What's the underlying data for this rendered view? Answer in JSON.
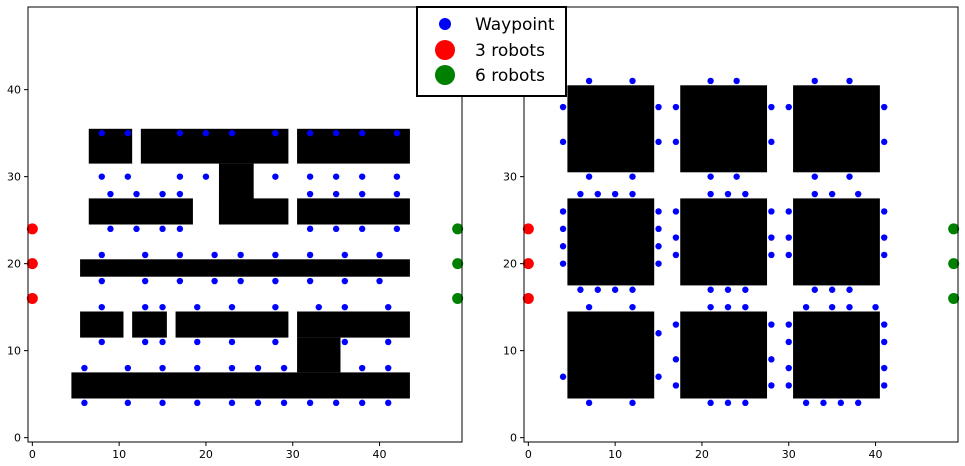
{
  "legend": {
    "placement": "top-center",
    "entries": [
      {
        "label": "Waypoint",
        "color": "#0000ff",
        "marker": "small-circle"
      },
      {
        "label": "3 robots",
        "color": "#ff0000",
        "marker": "large-circle"
      },
      {
        "label": "6 robots",
        "color": "#008000",
        "marker": "large-circle"
      }
    ]
  },
  "chart_data": [
    {
      "type": "scatter",
      "xlim": [
        -0.5,
        49.5
      ],
      "ylim": [
        -0.5,
        49.5
      ],
      "xticks": [
        0,
        10,
        20,
        30,
        40
      ],
      "yticks": [
        0,
        10,
        20,
        30,
        40
      ],
      "grid": false,
      "obstacles": [
        [
          6.5,
          31.5,
          11.5,
          35.5
        ],
        [
          12.5,
          31.5,
          29.5,
          35.5
        ],
        [
          30.5,
          31.5,
          43.5,
          35.5
        ],
        [
          21.5,
          24.5,
          25.5,
          31.5
        ],
        [
          6.5,
          24.5,
          18.5,
          27.5
        ],
        [
          21.5,
          24.5,
          29.5,
          27.5
        ],
        [
          30.5,
          24.5,
          43.5,
          27.5
        ],
        [
          5.5,
          18.5,
          43.5,
          20.5
        ],
        [
          5.5,
          11.5,
          10.5,
          14.5
        ],
        [
          11.5,
          11.5,
          15.5,
          14.5
        ],
        [
          16.5,
          11.5,
          29.5,
          14.5
        ],
        [
          30.5,
          11.5,
          43.5,
          14.5
        ],
        [
          30.5,
          7.5,
          35.5,
          11.5
        ],
        [
          4.5,
          4.5,
          43.5,
          7.5
        ]
      ],
      "waypoints": [
        [
          8,
          35
        ],
        [
          11,
          35
        ],
        [
          17,
          35
        ],
        [
          20,
          35
        ],
        [
          23,
          35
        ],
        [
          28,
          35
        ],
        [
          32,
          35
        ],
        [
          35,
          35
        ],
        [
          38,
          35
        ],
        [
          42,
          35
        ],
        [
          8,
          30
        ],
        [
          11,
          30
        ],
        [
          17,
          30
        ],
        [
          20,
          30
        ],
        [
          28,
          30
        ],
        [
          32,
          30
        ],
        [
          35,
          30
        ],
        [
          38,
          30
        ],
        [
          42,
          30
        ],
        [
          9,
          28
        ],
        [
          12,
          28
        ],
        [
          15,
          28
        ],
        [
          17,
          28
        ],
        [
          32,
          28
        ],
        [
          35,
          28
        ],
        [
          38,
          28
        ],
        [
          42,
          28
        ],
        [
          9,
          24
        ],
        [
          12,
          24
        ],
        [
          15,
          24
        ],
        [
          17,
          24
        ],
        [
          32,
          24
        ],
        [
          35,
          24
        ],
        [
          38,
          24
        ],
        [
          42,
          24
        ],
        [
          8,
          21
        ],
        [
          13,
          21
        ],
        [
          17,
          21
        ],
        [
          21,
          21
        ],
        [
          24,
          21
        ],
        [
          28,
          21
        ],
        [
          32,
          21
        ],
        [
          36,
          21
        ],
        [
          40,
          21
        ],
        [
          8,
          18
        ],
        [
          13,
          18
        ],
        [
          17,
          18
        ],
        [
          21,
          18
        ],
        [
          24,
          18
        ],
        [
          28,
          18
        ],
        [
          32,
          18
        ],
        [
          36,
          18
        ],
        [
          40,
          18
        ],
        [
          8,
          15
        ],
        [
          13,
          15
        ],
        [
          15,
          15
        ],
        [
          19,
          15
        ],
        [
          23,
          15
        ],
        [
          28,
          15
        ],
        [
          33,
          15
        ],
        [
          36,
          15
        ],
        [
          41,
          15
        ],
        [
          8,
          11
        ],
        [
          13,
          11
        ],
        [
          15,
          11
        ],
        [
          19,
          11
        ],
        [
          23,
          11
        ],
        [
          28,
          11
        ],
        [
          36,
          11
        ],
        [
          41,
          11
        ],
        [
          6,
          8
        ],
        [
          11,
          8
        ],
        [
          15,
          8
        ],
        [
          19,
          8
        ],
        [
          23,
          8
        ],
        [
          26,
          8
        ],
        [
          29,
          8
        ],
        [
          38,
          8
        ],
        [
          41,
          8
        ],
        [
          6,
          4
        ],
        [
          11,
          4
        ],
        [
          15,
          4
        ],
        [
          19,
          4
        ],
        [
          23,
          4
        ],
        [
          26,
          4
        ],
        [
          29,
          4
        ],
        [
          32,
          4
        ],
        [
          35,
          4
        ],
        [
          38,
          4
        ],
        [
          41,
          4
        ]
      ],
      "robots_3": [
        [
          0,
          24
        ],
        [
          0,
          20
        ],
        [
          0,
          16
        ]
      ],
      "robots_6": [
        [
          49,
          24
        ],
        [
          49,
          20
        ],
        [
          49,
          16
        ]
      ]
    },
    {
      "type": "scatter",
      "xlim": [
        -0.5,
        49.5
      ],
      "ylim": [
        -0.5,
        49.5
      ],
      "xticks": [
        0,
        10,
        20,
        30,
        40
      ],
      "yticks": [
        0,
        10,
        20,
        30,
        40
      ],
      "grid": false,
      "obstacles": [
        [
          4.5,
          30.5,
          14.5,
          40.5
        ],
        [
          17.5,
          30.5,
          27.5,
          40.5
        ],
        [
          30.5,
          30.5,
          40.5,
          40.5
        ],
        [
          4.5,
          17.5,
          14.5,
          27.5
        ],
        [
          17.5,
          17.5,
          27.5,
          27.5
        ],
        [
          30.5,
          17.5,
          40.5,
          27.5
        ],
        [
          4.5,
          4.5,
          14.5,
          14.5
        ],
        [
          17.5,
          4.5,
          27.5,
          14.5
        ],
        [
          30.5,
          4.5,
          40.5,
          14.5
        ]
      ],
      "waypoints": [
        [
          7,
          41
        ],
        [
          12,
          41
        ],
        [
          21,
          41
        ],
        [
          24,
          41
        ],
        [
          33,
          41
        ],
        [
          37,
          41
        ],
        [
          4,
          38
        ],
        [
          15,
          38
        ],
        [
          17,
          38
        ],
        [
          28,
          38
        ],
        [
          30,
          38
        ],
        [
          41,
          38
        ],
        [
          4,
          34
        ],
        [
          15,
          34
        ],
        [
          17,
          34
        ],
        [
          28,
          34
        ],
        [
          41,
          34
        ],
        [
          7,
          30
        ],
        [
          12,
          30
        ],
        [
          21,
          30
        ],
        [
          24,
          30
        ],
        [
          33,
          30
        ],
        [
          37,
          30
        ],
        [
          6,
          28
        ],
        [
          8,
          28
        ],
        [
          10,
          28
        ],
        [
          12,
          28
        ],
        [
          21,
          28
        ],
        [
          23,
          28
        ],
        [
          25,
          28
        ],
        [
          33,
          28
        ],
        [
          35,
          28
        ],
        [
          38,
          28
        ],
        [
          4,
          26
        ],
        [
          15,
          26
        ],
        [
          17,
          26
        ],
        [
          28,
          26
        ],
        [
          30,
          26
        ],
        [
          41,
          26
        ],
        [
          4,
          24
        ],
        [
          15,
          24
        ],
        [
          17,
          23
        ],
        [
          28,
          23
        ],
        [
          30,
          23
        ],
        [
          41,
          23
        ],
        [
          4,
          22
        ],
        [
          15,
          22
        ],
        [
          17,
          21
        ],
        [
          28,
          21
        ],
        [
          30,
          21
        ],
        [
          41,
          21
        ],
        [
          4,
          20
        ],
        [
          15,
          20
        ],
        [
          6,
          17
        ],
        [
          8,
          17
        ],
        [
          10,
          17
        ],
        [
          12,
          17
        ],
        [
          21,
          17
        ],
        [
          23,
          17
        ],
        [
          25,
          17
        ],
        [
          33,
          17
        ],
        [
          35,
          17
        ],
        [
          37,
          17
        ],
        [
          7,
          15
        ],
        [
          12,
          15
        ],
        [
          21,
          15
        ],
        [
          23,
          15
        ],
        [
          25,
          15
        ],
        [
          32,
          15
        ],
        [
          35,
          15
        ],
        [
          37,
          15
        ],
        [
          40,
          15
        ],
        [
          15,
          12
        ],
        [
          17,
          13
        ],
        [
          28,
          13
        ],
        [
          30,
          13
        ],
        [
          41,
          13
        ],
        [
          17,
          9
        ],
        [
          28,
          9
        ],
        [
          30,
          11
        ],
        [
          41,
          11
        ],
        [
          4,
          7
        ],
        [
          15,
          7
        ],
        [
          17,
          6
        ],
        [
          28,
          6
        ],
        [
          30,
          8
        ],
        [
          41,
          8
        ],
        [
          30,
          6
        ],
        [
          41,
          6
        ],
        [
          7,
          4
        ],
        [
          12,
          4
        ],
        [
          21,
          4
        ],
        [
          23,
          4
        ],
        [
          25,
          4
        ],
        [
          32,
          4
        ],
        [
          34,
          4
        ],
        [
          36,
          4
        ],
        [
          38,
          4
        ]
      ],
      "robots_3": [
        [
          0,
          24
        ],
        [
          0,
          20
        ],
        [
          0,
          16
        ]
      ],
      "robots_6": [
        [
          49,
          24
        ],
        [
          49,
          20
        ],
        [
          49,
          16
        ]
      ]
    }
  ]
}
